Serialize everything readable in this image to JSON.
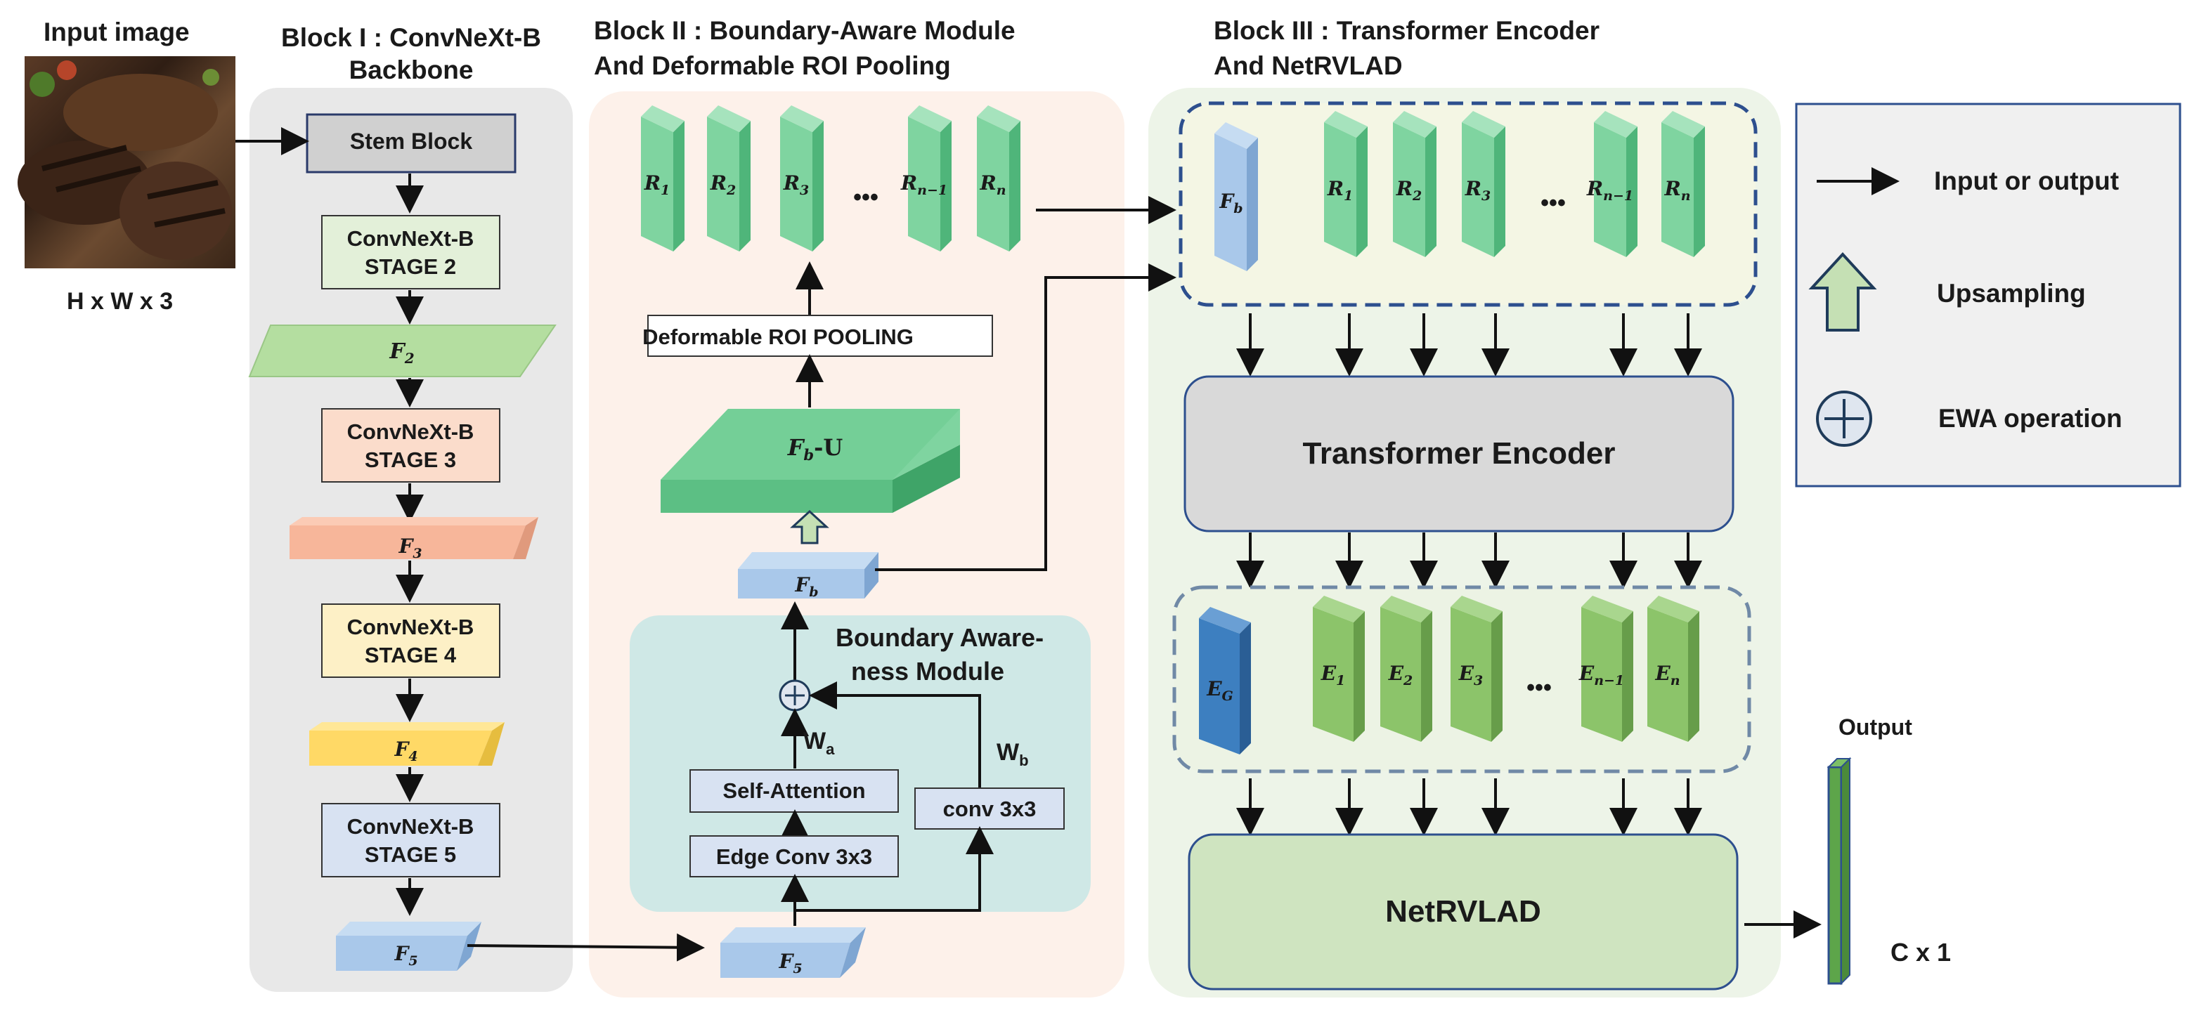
{
  "input": {
    "title": "Input image",
    "dims": "H x W x 3"
  },
  "block1": {
    "title_line1": "Block I : ConvNeXt-B",
    "title_line2": "Backbone",
    "stem": "Stem Block",
    "stage2_line1": "ConvNeXt-B",
    "stage2_line2": "STAGE 2",
    "stage3_line1": "ConvNeXt-B",
    "stage3_line2": "STAGE 3",
    "stage4_line1": "ConvNeXt-B",
    "stage4_line2": "STAGE 4",
    "stage5_line1": "ConvNeXt-B",
    "stage5_line2": "STAGE 5",
    "f2": "F",
    "f2_sub": "2",
    "f3": "F",
    "f3_sub": "3",
    "f4": "F",
    "f4_sub": "4",
    "f5": "F",
    "f5_sub": "5"
  },
  "block2": {
    "title_line1": "Block II : Boundary-Aware Module",
    "title_line2": "And Deformable ROI Pooling",
    "roi_pooling": "Deformable ROI POOLING",
    "fbu": "F",
    "fbu_sub": "b",
    "fbu_suffix": "-U",
    "fb": "F",
    "fb_sub": "b",
    "f5": "F",
    "f5_sub": "5",
    "bam_line1": "Boundary Aware-",
    "bam_line2": "ness Module",
    "self_attention": "Self-Attention",
    "edge_conv": "Edge Conv 3x3",
    "conv": "conv 3x3",
    "wa": "W",
    "wa_sub": "a",
    "wb": "W",
    "wb_sub": "b",
    "ellipsis": "•••",
    "regions": [
      "1",
      "2",
      "3",
      "n−1",
      "n"
    ],
    "region_letter": "R"
  },
  "block3": {
    "title_line1": "Block III : Transformer Encoder",
    "title_line2": "And NetRVLAD",
    "fb": "F",
    "fb_sub": "b",
    "transformer": "Transformer Encoder",
    "netrvlad": "NetRVLAD",
    "region_letter": "R",
    "regions": [
      "1",
      "2",
      "3",
      "n−1",
      "n"
    ],
    "embed_letter": "E",
    "eg_sub": "G",
    "embeds": [
      "1",
      "2",
      "3",
      "n−1",
      "n"
    ],
    "ellipsis": "•••"
  },
  "output": {
    "title": "Output",
    "dims": "C x 1"
  },
  "legend": {
    "arrow_label": "Input or output",
    "upsampling_label": "Upsampling",
    "ewa_label": "EWA operation"
  },
  "colors": {
    "block1_bg": "#e8e8e8",
    "block2_bg": "#fdf1ea",
    "block3_bg": "#edf4e8",
    "green_slab": "#7fd4a0",
    "blue_slab": "#a9c8ea",
    "dark_blue_slab": "#3d7fc0",
    "embed_green": "#8cc46a"
  }
}
